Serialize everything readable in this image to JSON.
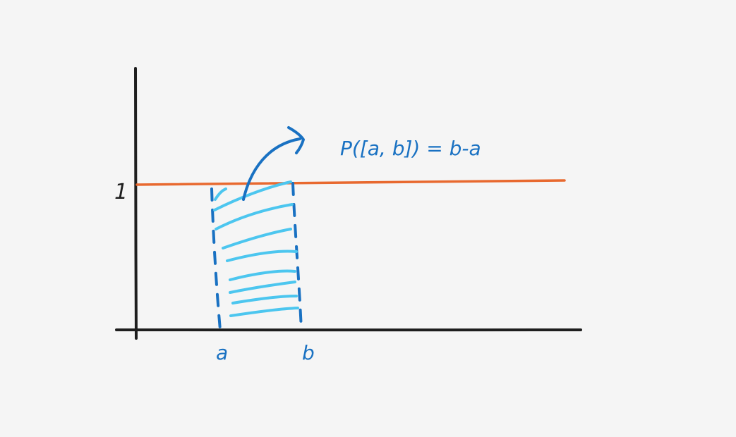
{
  "diagram": {
    "y_tick_label": "1",
    "x_label_a": "a",
    "x_label_b": "b",
    "annotation": "P([a, b]) = b-a"
  },
  "colors": {
    "background": "#f5f5f5",
    "axis": "#1e1e1e",
    "density_line": "#e8692f",
    "dashed_bounds": "#1971c2",
    "hatch": "#4cc6ef",
    "arrow": "#1971c2",
    "annotation_text": "#1971c2",
    "tick_label": "#1e1e1e"
  }
}
